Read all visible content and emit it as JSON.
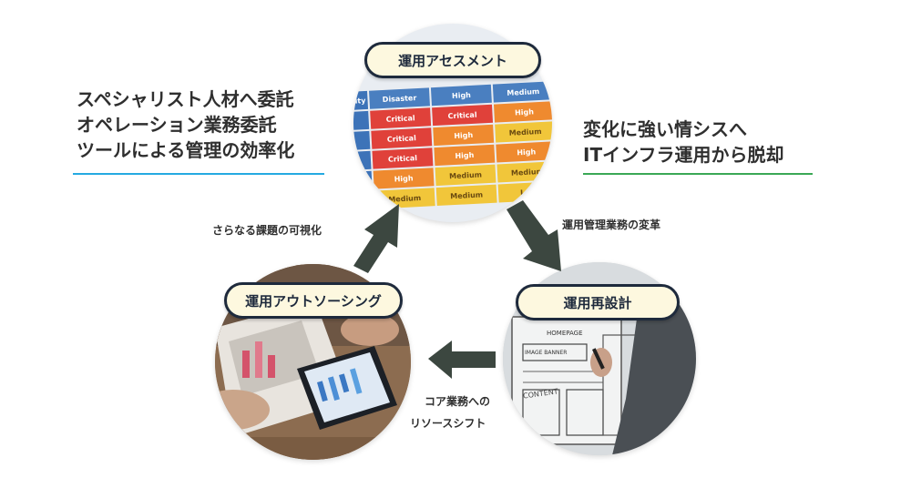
{
  "left_block": {
    "lines": [
      "スペシャリスト人材へ委託",
      "オペレーション業務委託",
      "ツールによる管理の効率化"
    ]
  },
  "right_block": {
    "lines": [
      "変化に強い情シスへ",
      "ITインフラ運用から脱却"
    ]
  },
  "nodes": {
    "top": "運用アセスメント",
    "left": "運用アウトソーシング",
    "right": "運用再設計"
  },
  "captions": {
    "top_left": "さらなる課題の可視化",
    "top_right": "運用管理業務の変革",
    "bottom_line1": "コア業務への",
    "bottom_line2": "リソースシフト"
  },
  "matrix": {
    "rows": [
      [
        "Disaster",
        "High",
        "Medium"
      ],
      [
        "Critical",
        "Critical",
        "High"
      ],
      [
        "Critical",
        "High",
        "Medium"
      ],
      [
        "Critical",
        "High",
        "High"
      ],
      [
        "High",
        "Medium",
        "Medium"
      ],
      [
        "Medium",
        "Medium",
        "Low"
      ]
    ],
    "edge": [
      "rity",
      "",
      "",
      "",
      "",
      ""
    ]
  },
  "sketch": {
    "homepage": "HOMEPAGE",
    "image_banner": "IMAGE BANNER",
    "content": "CONTENT"
  },
  "colors": {
    "pill_fill": "#fdf8df",
    "pill_border": "#1e2a3c",
    "arrow": "#3c4740",
    "left_underline": "#25aae1",
    "right_underline": "#3aa856"
  }
}
